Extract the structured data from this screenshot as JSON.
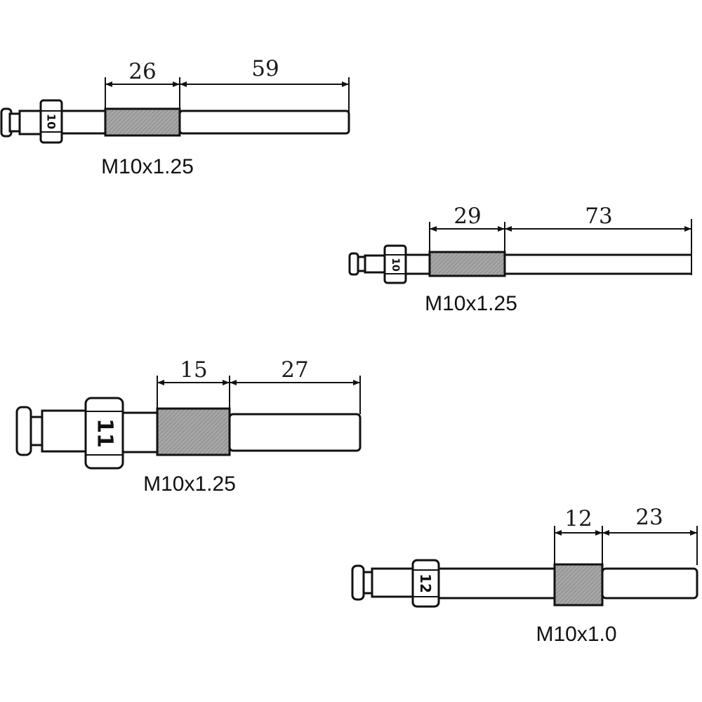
{
  "colors": {
    "outline": "#111111",
    "thread": "#a6a6a6",
    "background": "#ffffff"
  },
  "tools": [
    {
      "id": "tool-1",
      "thread_length": "26",
      "shaft_length": "59",
      "spec": "M10x1.25",
      "hex_label": "10"
    },
    {
      "id": "tool-2",
      "thread_length": "29",
      "shaft_length": "73",
      "spec": "M10x1.25",
      "hex_label": "10"
    },
    {
      "id": "tool-3",
      "thread_length": "15",
      "shaft_length": "27",
      "spec": "M10x1.25",
      "hex_label": "11"
    },
    {
      "id": "tool-4",
      "thread_length": "12",
      "shaft_length": "23",
      "spec": "M10x1.0",
      "hex_label": "12"
    }
  ]
}
